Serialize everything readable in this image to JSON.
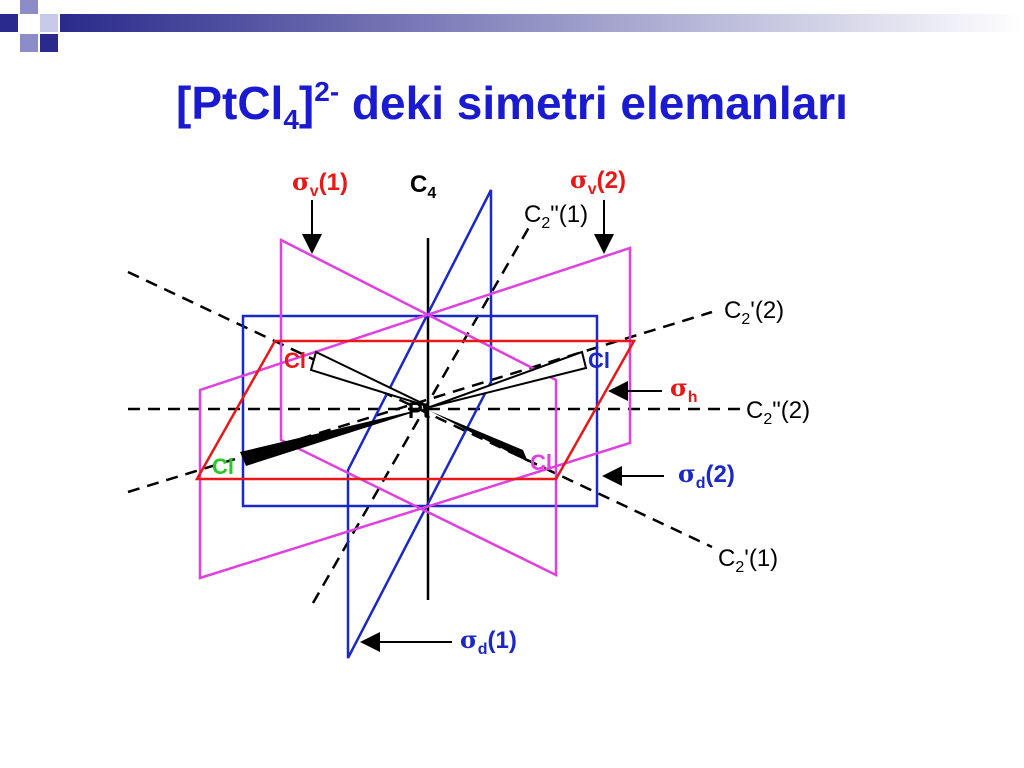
{
  "title": {
    "main": "[PtCl",
    "sub": "4",
    "close": "]",
    "sup": "2-",
    "rest": " deki simetri elemanları"
  },
  "labels": {
    "sigma": "σ",
    "sv1_sub": "v",
    "sv1_num": "(1)",
    "sv2_sub": "v",
    "sv2_num": "(2)",
    "c4_main": "C",
    "c4_sub": "4",
    "c2pp1_main": "C",
    "c2pp1_sub": "2",
    "c2pp1_tail": "\"(1)",
    "c2p2_main": "C",
    "c2p2_sub": "2",
    "c2p2_tail": "'(2)",
    "sh_sub": "h",
    "c2pp2_main": "C",
    "c2pp2_sub": "2",
    "c2pp2_tail": "\"(2)",
    "sd2_sub": "d",
    "sd2_num": "(2)",
    "c2p1_main": "C",
    "c2p1_sub": "2",
    "c2p1_tail": "'(1)",
    "sd1_sub": "d",
    "sd1_num": "(1)",
    "pt": "Pt",
    "cl": "Cl"
  },
  "colors": {
    "title": "#1a1ad0",
    "sigma_h_plane": "#e81818",
    "sigma_v_plane": "#e040e0",
    "sigma_d_plane": "#1a28c8",
    "cl_red": "#e81818",
    "cl_blue": "#1a28c8",
    "cl_green": "#22cc22",
    "cl_magenta": "#e040e0"
  }
}
